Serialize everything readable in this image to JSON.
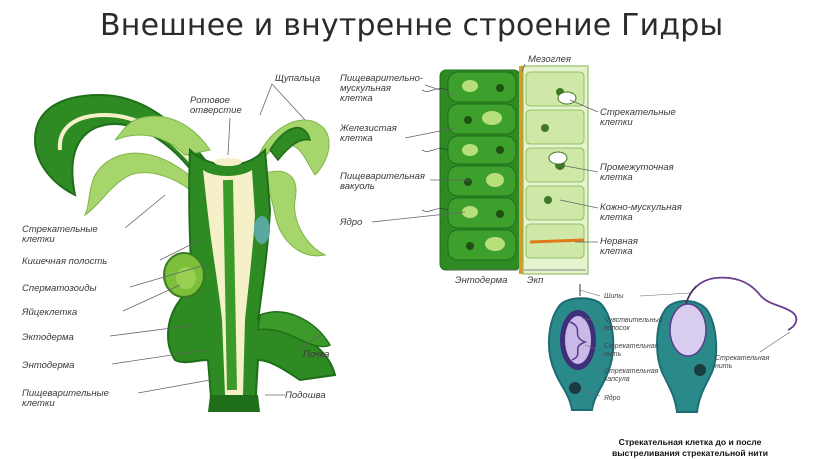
{
  "title": "Внешнее и внутренне строение Гидры",
  "hydra_labels": {
    "mouth": [
      "Ротовое",
      "отверстие"
    ],
    "tentacles": "Щупальца",
    "stinging_cells": [
      "Стрекательные",
      "клетки"
    ],
    "gut_cavity": "Кишечная полость",
    "sperm": "Сперматозоиды",
    "egg": "Яйцеклетка",
    "ectoderm": "Эктодерма",
    "endoderm": "Энтодерма",
    "digestive_cells": [
      "Пищеварительные",
      "клетки"
    ],
    "bud": "Почка",
    "sole": "Подошва"
  },
  "tissue_labels": {
    "mesoglea": "Мезоглея",
    "digestive_muscular": [
      "Пищеварительно-",
      "мускульная",
      "клетка"
    ],
    "glandular": [
      "Железистая",
      "клетка"
    ],
    "digestive_vacuole": [
      "Пищеварительная",
      "вакуоль"
    ],
    "nucleus": "Ядро",
    "stinging_cells": [
      "Стрекательные",
      "клетки"
    ],
    "intermediate": [
      "Промежуточная",
      "клетка"
    ],
    "skin_muscular": [
      "Кожно-мускульная",
      "клетка"
    ],
    "nerve": [
      "Нервная",
      "клетка"
    ],
    "endoderm": "Энтодерма",
    "ectoderm": "Экп"
  },
  "cnidocyte_labels": {
    "spines": "Шипы",
    "sensitive_hair": [
      "Чувствительный",
      "волосок"
    ],
    "stinging_thread": [
      "Стрекательная",
      "нить"
    ],
    "stinging_capsule": [
      "Стрекательная",
      "капсула"
    ],
    "nucleus": "Ядро",
    "stinging_thread_right": [
      "Стрекательная",
      "нить"
    ]
  },
  "caption": [
    "Стрекательная клетка до и после",
    "выстреливания стрекательной нити"
  ],
  "colors": {
    "dark_green": "#1f6e1a",
    "mid_green": "#3c9a2a",
    "light_green": "#9fd46a",
    "pale": "#f6f0c8",
    "teal": "#1d6b73",
    "purple": "#6a3c8c"
  }
}
